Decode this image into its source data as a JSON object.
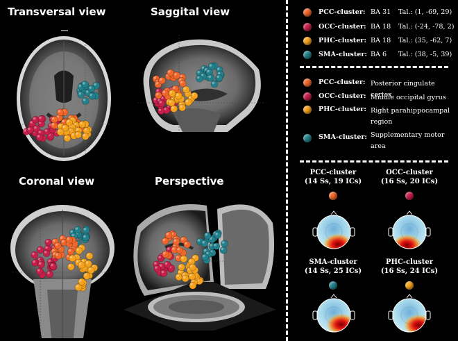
{
  "colors": {
    "pcc": "#f0662a",
    "occ": "#c81e4a",
    "phc": "#f5a21c",
    "sma": "#22808c"
  },
  "views": {
    "transversal": "Transversal view",
    "saggital": "Saggital view",
    "coronal": "Coronal view",
    "perspective": "Perspective"
  },
  "legend_coords": [
    {
      "key": "pcc",
      "name": "PCC-cluster:",
      "ba": "BA 31",
      "tal": "Tal.: (1, -69, 29)"
    },
    {
      "key": "occ",
      "name": "OCC-cluster:",
      "ba": "BA 18",
      "tal": "Tal.: (-24, -78, 2)"
    },
    {
      "key": "phc",
      "name": "PHC-cluster:",
      "ba": "BA 18",
      "tal": "Tal.: (35, -62, 7)"
    },
    {
      "key": "sma",
      "name": "SMA-cluster:",
      "ba": "BA 6",
      "tal": "Tal.: (38, -5, 39)"
    }
  ],
  "legend_regions": [
    {
      "key": "pcc",
      "name": "PCC-cluster:",
      "desc": "Posterior cingulate cortex"
    },
    {
      "key": "occ",
      "name": "OCC-cluster:",
      "desc": "Middle occipital gyrus"
    },
    {
      "key": "phc",
      "name": "PHC-cluster:",
      "desc": "Right parahippocampal region"
    },
    {
      "key": "sma",
      "name": "SMA-cluster:",
      "desc": "Supplementary motor area"
    }
  ],
  "topomaps": [
    {
      "key": "pcc",
      "line1": "PCC-cluster",
      "line2": "(14 Ss, 19 ICs)"
    },
    {
      "key": "occ",
      "line1": "OCC-cluster",
      "line2": "(16 Ss, 20 ICs)"
    },
    {
      "key": "sma",
      "line1": "SMA-cluster",
      "line2": "(14 Ss, 25 ICs)"
    },
    {
      "key": "phc",
      "line1": "PHC-cluster",
      "line2": "(16 Ss, 24 ICs)"
    }
  ]
}
